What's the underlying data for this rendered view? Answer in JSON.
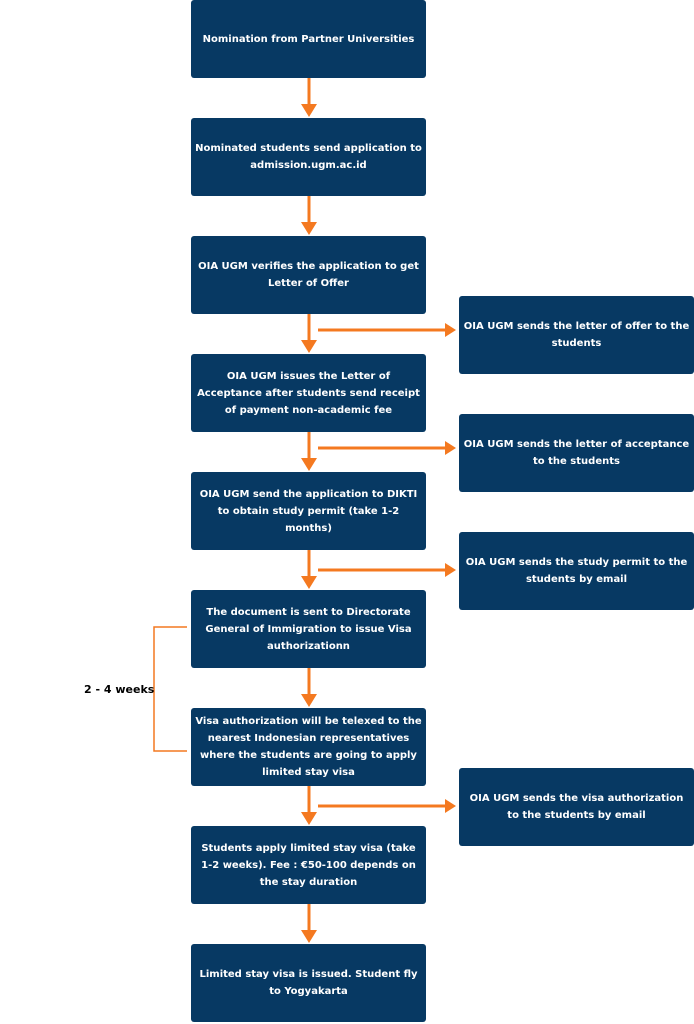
{
  "colors": {
    "box": "#073963",
    "arrow": "#f47920",
    "text": "#ffffff",
    "bracket": "#f47920"
  },
  "main_steps": [
    "Nomination from Partner Universities",
    "Nominated students send application to admission.ugm.ac.id",
    "OIA UGM verifies the application to get Letter of Offer",
    "OIA UGM issues the Letter of Acceptance after students send receipt of payment non-academic fee",
    "OIA UGM send the application to DIKTI to obtain study permit (take 1-2 months)",
    "The document is sent to Directorate General of Immigration to issue Visa authorizationn",
    "Visa authorization will be telexed to the nearest Indonesian representatives where the students are going to apply limited stay visa",
    "Students apply limited stay visa (take 1-2 weeks). Fee : €50-100 depends on the stay duration",
    "Limited stay visa is issued. Student fly to Yogyakarta"
  ],
  "side_steps": [
    "OIA UGM sends the letter of offer to the students",
    "OIA UGM sends the letter of acceptance to the students",
    "OIA UGM sends the study permit to the students by email",
    "OIA UGM sends the visa authorization to the students by email"
  ],
  "bracket": {
    "label": "2 - 4 weeks"
  }
}
